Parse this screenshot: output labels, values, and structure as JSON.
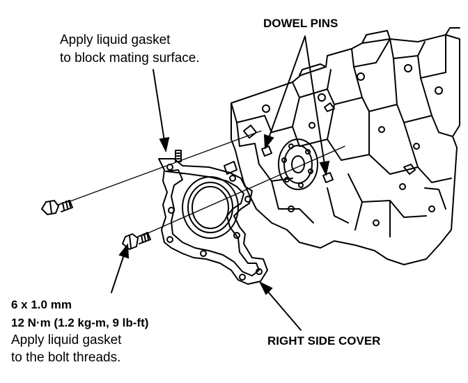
{
  "labels": {
    "dowel_pins": "DOWEL PINS",
    "gasket_block_line1": "Apply liquid gasket",
    "gasket_block_line2": "to block mating surface.",
    "bolt_size": "6 x 1.0 mm",
    "torque": "12 N·m (1.2 kg-m, 9 lb-ft)",
    "gasket_threads_line1": "Apply liquid gasket",
    "gasket_threads_line2": "to the bolt threads.",
    "right_side_cover": "RIGHT SIDE COVER"
  },
  "colors": {
    "ink": "#000000",
    "paper": "#ffffff"
  }
}
